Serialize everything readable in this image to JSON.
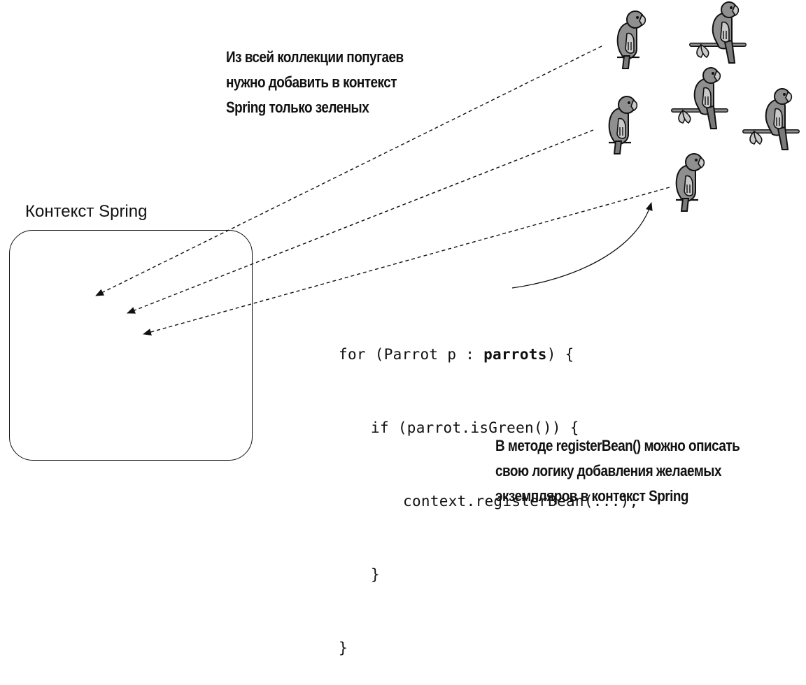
{
  "top_note": {
    "lines": [
      "Из всей коллекции попугаев",
      "нужно добавить в контекст",
      "Spring только зеленых"
    ]
  },
  "context": {
    "label": "Контекст Spring"
  },
  "code": {
    "line1_prefix": "for (Parrot p : ",
    "line1_bold": "parrots",
    "line1_suffix": ") {",
    "line2": "if (parrot.isGreen()) {",
    "line3": "context.registerBean(...);",
    "line4": "}",
    "line5": "}"
  },
  "bottom_note": {
    "lines": [
      "В методе registerBean() можно описать",
      "свою логику добавления желаемых",
      "экземпляров в контекст Spring"
    ]
  },
  "icons": {
    "parrot": "parrot-icon",
    "parrot_on_branch": "parrot-on-branch-icon"
  },
  "colors": {
    "parrot_fill": "#8f8f8f",
    "parrot_light": "#c9c9c9",
    "line": "#111111"
  }
}
